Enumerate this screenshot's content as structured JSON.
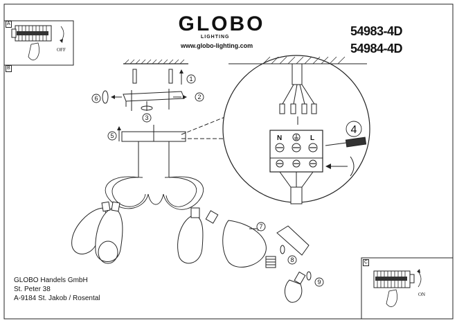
{
  "header": {
    "brand": "GLOBO",
    "brand_sub": "LIGHTING",
    "website": "www.globo-lighting.com"
  },
  "models": [
    "54983-4D",
    "54984-4D"
  ],
  "sections": {
    "a": "A",
    "b": "B",
    "c": "C"
  },
  "switch_states": {
    "off": "OFF",
    "on": "ON"
  },
  "terminals": {
    "neutral": "N",
    "live": "L"
  },
  "steps": [
    "1",
    "2",
    "3",
    "4",
    "5",
    "6",
    "7",
    "8",
    "9"
  ],
  "company": {
    "name": "GLOBO Handels GmbH",
    "street": "St. Peter 38",
    "city": "A-9184 St. Jakob / Rosental"
  },
  "icons": [
    "fuse-box-icon",
    "earth-ground-icon",
    "screwdriver-icon",
    "rotate-arrow-icon",
    "light-bulb-icon"
  ]
}
